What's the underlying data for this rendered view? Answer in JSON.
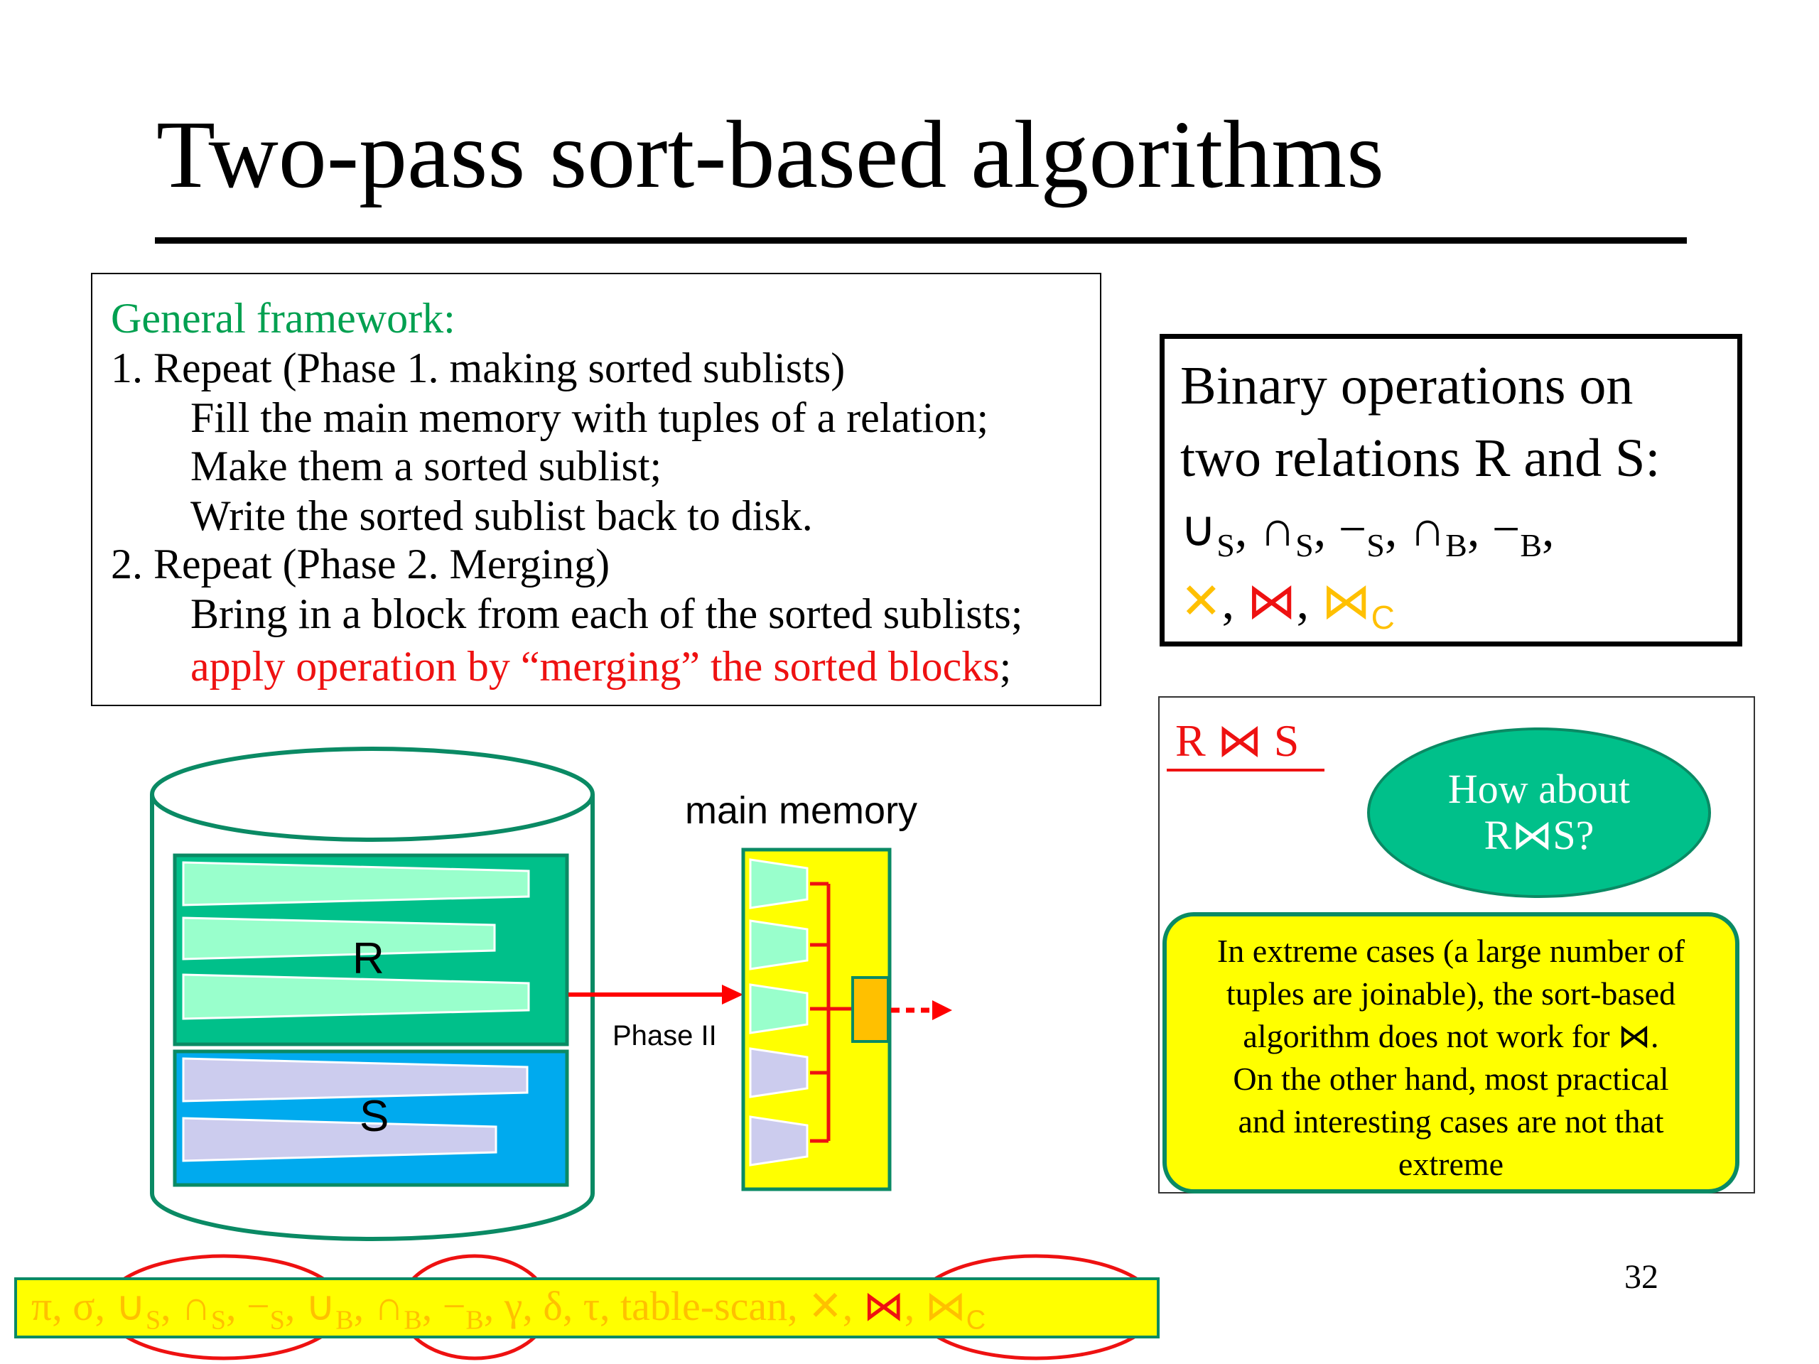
{
  "slide": {
    "title": "Two-pass sort-based algorithms",
    "page_number": "32"
  },
  "framework": {
    "heading": "General framework:",
    "lines": [
      "1. Repeat (Phase 1. making sorted sublists)",
      "Fill the main memory with tuples of a relation;",
      "Make them a sorted sublist;",
      "Write the sorted sublist back to disk.",
      "2. Repeat (Phase 2. Merging)",
      "Bring in a block from each of the sorted sublists;"
    ],
    "highlight_line": "apply operation by “merging” the sorted blocks",
    "highlight_end": ";"
  },
  "binary_ops": {
    "line1": "Binary operations on",
    "line2": "two relations R and S:",
    "ops_row1": [
      {
        "sym": "∪",
        "sub": "S"
      },
      {
        "sym": "∩",
        "sub": "S"
      },
      {
        "sym": "−",
        "sub": "S"
      },
      {
        "sym": "∩",
        "sub": "B"
      },
      {
        "sym": "−",
        "sub": "B"
      }
    ],
    "ops_row2": [
      {
        "sym": "✕",
        "color": "#ffc000"
      },
      {
        "sym": "⋈",
        "color": "#ee1111"
      },
      {
        "sym": "⋈",
        "sub": "C",
        "color": "#ffc000"
      }
    ]
  },
  "join_panel": {
    "label": "R ⋈ S",
    "bubble_line1": "How about",
    "bubble_line2": "R⋈S?",
    "note_lines": [
      "In extreme cases (a large number of",
      "tuples are joinable), the sort-based",
      "algorithm does not work for ⋈.",
      "On the other hand, most practical",
      "and interesting cases are not that",
      "extreme"
    ]
  },
  "diagram": {
    "memory_label": "main memory",
    "phase_label": "Phase II",
    "relation_r": "R",
    "relation_s": "S"
  },
  "bottom_bar": {
    "items": [
      {
        "t": "π, σ, "
      },
      {
        "t": "∪",
        "sub": "S"
      },
      {
        "t": ", "
      },
      {
        "t": "∩",
        "sub": "S"
      },
      {
        "t": ", "
      },
      {
        "t": "−",
        "sub": "S"
      },
      {
        "t": ", "
      },
      {
        "t": "∪",
        "sub": "B"
      },
      {
        "t": ", "
      },
      {
        "t": "∩",
        "sub": "B"
      },
      {
        "t": ", "
      },
      {
        "t": "−",
        "sub": "B"
      },
      {
        "t": ", γ,  δ,  τ, table-scan, "
      },
      {
        "t": "✕"
      },
      {
        "t": ", "
      },
      {
        "t": "⋈",
        "color": "#ee1111"
      },
      {
        "t": ", "
      },
      {
        "t": "⋈",
        "sub": "C"
      }
    ]
  },
  "colors": {
    "green": "#00a050",
    "red": "#ee1111",
    "orange": "#ffc000",
    "teal": "#00c08a",
    "blue": "#00aaee",
    "yellow": "#ffff00",
    "light_green": "#99ffcc",
    "lavender": "#ccccee"
  }
}
